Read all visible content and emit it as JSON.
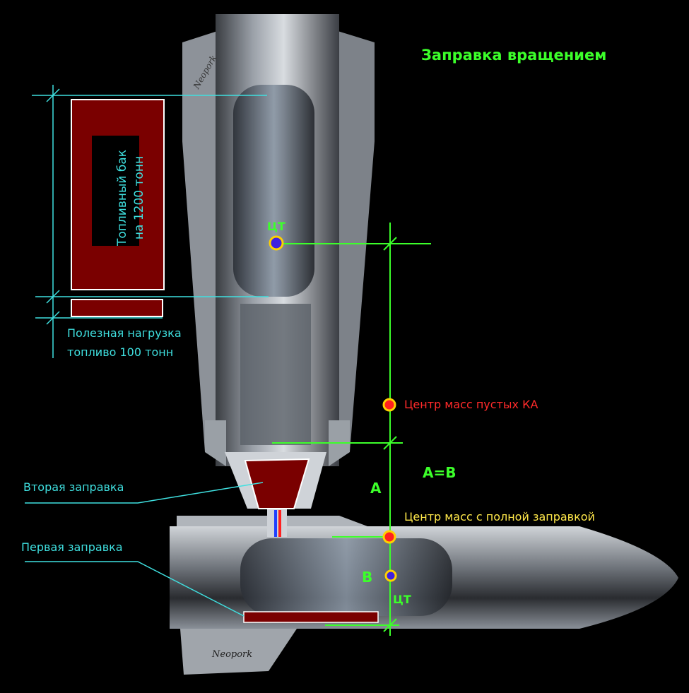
{
  "title": "Заправка вращением",
  "tank_label": {
    "line1": "Топливный бак",
    "line2": "на 1200 тонн"
  },
  "payload_label": {
    "line1": "Полезная нагрузка",
    "line2": "топливо 100 тонн"
  },
  "cg_top": "ЦТ",
  "cg_bottom": "ЦТ",
  "empty_mass_center": "Центр масс пустых КА",
  "full_mass_center": "Центр масс с полной заправкой",
  "equation": "A=B",
  "label_a": "A",
  "label_b": "B",
  "second_refuel": "Вторая заправка",
  "first_refuel": "Первая заправка",
  "logo": "Neopork",
  "colors": {
    "cyan": "#3fe0e0",
    "green": "#3cff2a",
    "tank": "#7a0000",
    "red": "#ff2a2a",
    "yellow": "#ffe84a"
  }
}
